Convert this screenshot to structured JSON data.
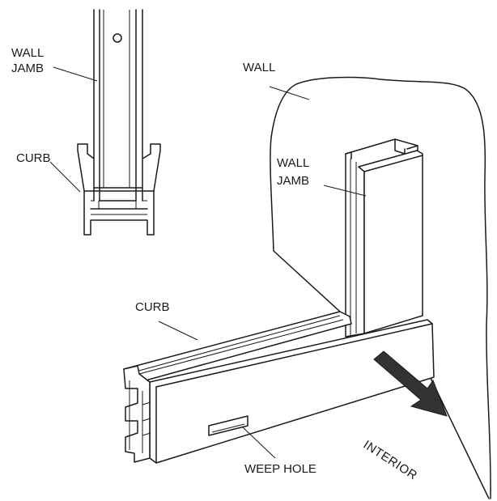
{
  "labels": {
    "wall_jamb_top_1": "WALL",
    "wall_jamb_top_2": "JAMB",
    "curb_top": "CURB",
    "wall": "WALL",
    "wall_jamb_iso_1": "WALL",
    "wall_jamb_iso_2": "JAMB",
    "curb_iso": "CURB",
    "weep_hole": "WEEP HOLE",
    "interior": "INTERIOR"
  },
  "icons": {
    "direction": "arrow-right-down-icon"
  },
  "colors": {
    "line": "#1a1a1a",
    "arrow": "#333333",
    "background": "#ffffff"
  }
}
